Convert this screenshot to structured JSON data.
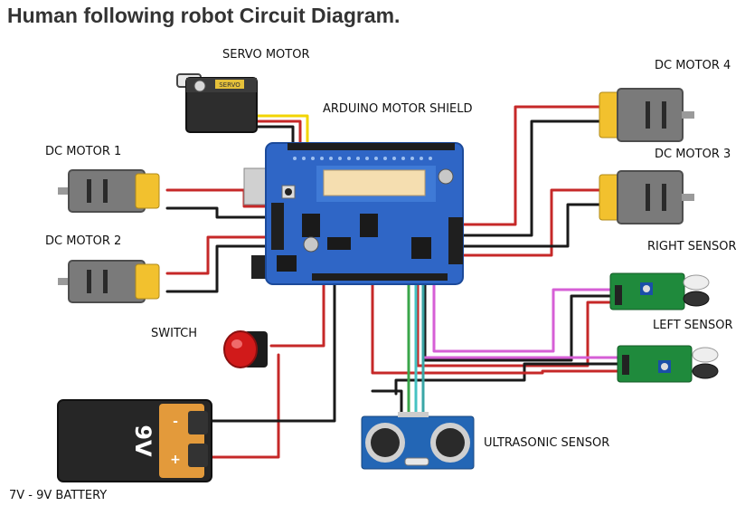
{
  "page": {
    "title": "Human following robot Circuit Diagram."
  },
  "labels": {
    "servo_motor": "SERVO MOTOR",
    "motor_shield": "ARDUINO MOTOR SHIELD",
    "dc_motor_1": "DC MOTOR 1",
    "dc_motor_2": "DC MOTOR 2",
    "dc_motor_3": "DC MOTOR 3",
    "dc_motor_4": "DC MOTOR 4",
    "right_sensor": "RIGHT SENSOR",
    "left_sensor": "LEFT SENSOR",
    "switch": "SWITCH",
    "ultrasonic_sensor": "ULTRASONIC SENSOR",
    "battery": "7V - 9V BATTERY"
  },
  "component_text": {
    "servo_brand": "SERVO",
    "battery_voltage": "9V",
    "battery_minus": "-",
    "battery_plus": "+"
  },
  "colors": {
    "wire_red": "#c62828",
    "wire_black": "#1a1a1a",
    "wire_magenta": "#d65fd6",
    "wire_green": "#3aa64a",
    "wire_cyan": "#45c2c2",
    "wire_yellow": "#f2d400",
    "shield_blue": "#2f66c6",
    "motor_body": "#7a7a7a",
    "motor_cap": "#f2c12e",
    "sensor_board": "#1f8a3c",
    "ultrasonic_board": "#2366b5",
    "battery_black": "#262626",
    "battery_orange": "#e39a3b",
    "switch_red": "#d11a1a"
  }
}
